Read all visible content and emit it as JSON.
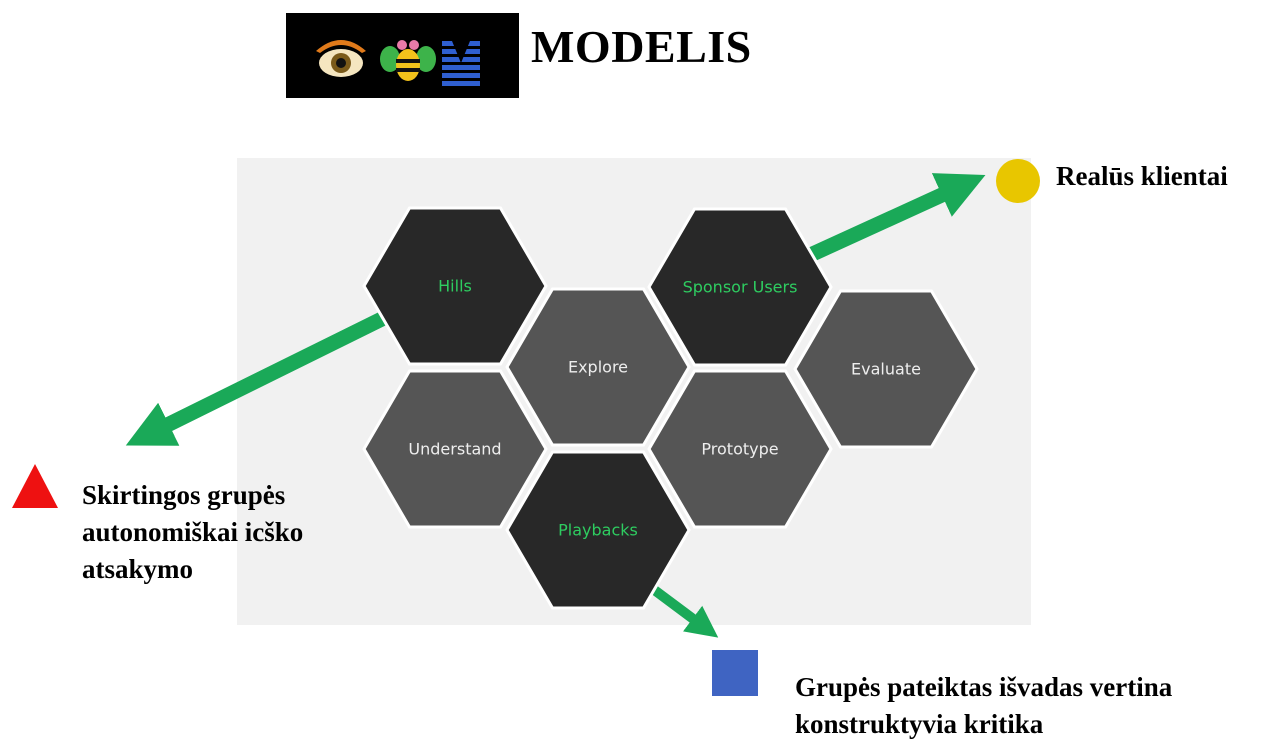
{
  "header": {
    "title": "MODELIS",
    "logo_icons": [
      "eye-icon",
      "bee-icon",
      "m-icon"
    ]
  },
  "hexagons": [
    {
      "key": "hills",
      "label": "Hills",
      "style": "dark"
    },
    {
      "key": "sponsor-users",
      "label": "Sponsor Users",
      "style": "dark"
    },
    {
      "key": "explore",
      "label": "Explore",
      "style": "gray"
    },
    {
      "key": "evaluate",
      "label": "Evaluate",
      "style": "gray"
    },
    {
      "key": "understand",
      "label": "Understand",
      "style": "gray"
    },
    {
      "key": "prototype",
      "label": "Prototype",
      "style": "gray"
    },
    {
      "key": "playbacks",
      "label": "Playbacks",
      "style": "dark"
    }
  ],
  "annotations": {
    "sponsor_users": {
      "marker": "circle",
      "color": "#e8c600",
      "lines": [
        "Realūs klientai"
      ]
    },
    "hills": {
      "marker": "triangle",
      "color": "#ee1111",
      "lines": [
        "Skirtingos grupės",
        "autonomiškai icško",
        "atsakymo"
      ]
    },
    "playbacks": {
      "marker": "square",
      "color": "#3f64c2",
      "lines": [
        "Grupės pateiktas išvadas vertina",
        "konstruktyvia kritika"
      ]
    }
  },
  "colors": {
    "hex_dark": "#282828",
    "hex_gray": "#555555",
    "label_dark": "#2ecc60",
    "label_gray": "#eeeeee",
    "arrow": "#1aa958",
    "panel": "#f1f1f1"
  }
}
